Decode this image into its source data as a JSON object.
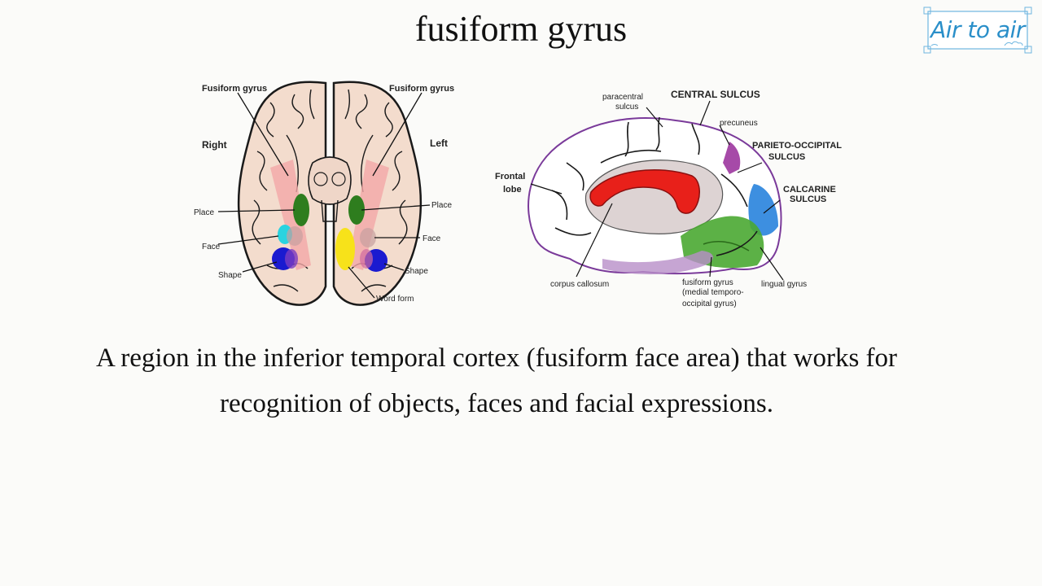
{
  "slide": {
    "title": "fusiform gyrus",
    "description": "A region in the inferior temporal cortex (fusiform face area) that works for recognition of objects, faces and facial expressions."
  },
  "logo": {
    "text": "Air to air",
    "color": "#2a8fc9"
  },
  "ventral_diagram": {
    "labels": {
      "fusiform_right": "Fusiform gyrus",
      "fusiform_left": "Fusiform gyrus",
      "right": "Right",
      "left": "Left",
      "place_right": "Place",
      "face_right": "Face",
      "shape_right": "Shape",
      "place_left": "Place",
      "face_left": "Face",
      "shape_left": "Shape",
      "word_form": "Word form"
    },
    "region_colors": {
      "fusiform": "#f2a7a7",
      "place": "#2e7d1e",
      "face_right": "#29d3e0",
      "face_left": "#f7e21a",
      "shape": "#1a1ad0"
    }
  },
  "medial_diagram": {
    "labels": {
      "paracentral_1": "paracentral",
      "paracentral_2": "sulcus",
      "central_sulcus": "CENTRAL SULCUS",
      "precuneus": "precuneus",
      "parieto_1": "PARIETO-OCCIPITAL",
      "parieto_2": "SULCUS",
      "calcarine_1": "CALCARINE",
      "calcarine_2": "SULCUS",
      "frontal_1": "Frontal",
      "frontal_2": "lobe",
      "corpus_callosum": "corpus callosum",
      "fusiform_1": "fusiform gyrus",
      "fusiform_2": "(medial temporo-",
      "fusiform_3": "occipital gyrus)",
      "lingual_gyrus": "lingual gyrus"
    },
    "region_colors": {
      "corpus_callosum": "#e8201a",
      "fusiform": "#4aa832",
      "calcarine": "#3d8fe0",
      "precuneus": "#a64aa8"
    }
  }
}
